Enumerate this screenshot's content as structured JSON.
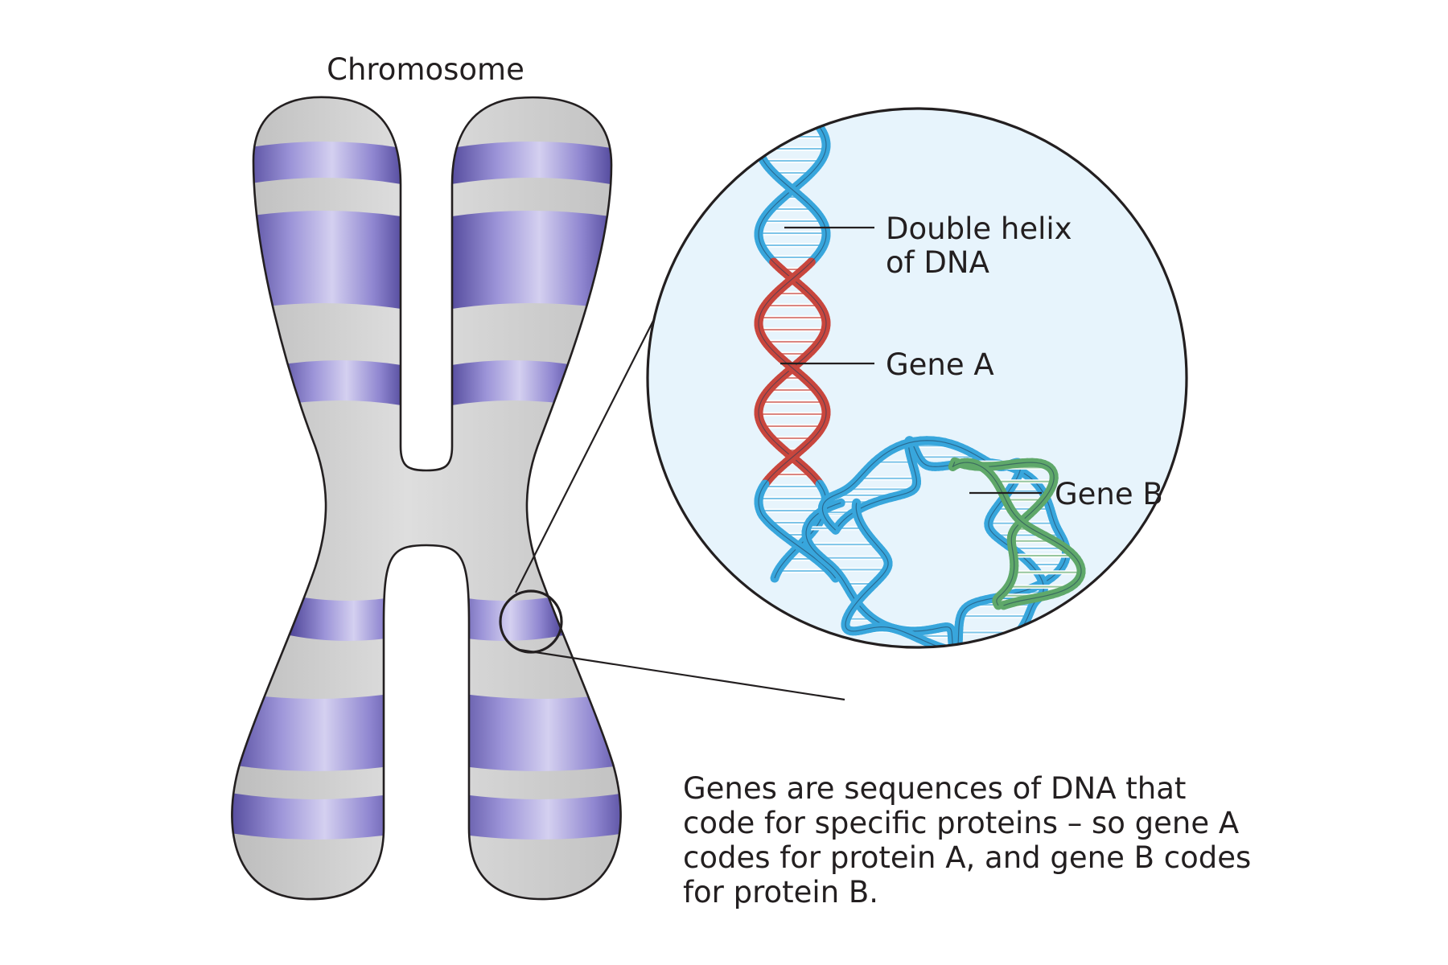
{
  "chromosome": {
    "title": "Chromosome"
  },
  "magnified_view": {
    "labels": {
      "double_helix": [
        "Double helix",
        "of DNA"
      ],
      "gene_a": "Gene A",
      "gene_b": "Gene B"
    }
  },
  "caption": {
    "lines": [
      "Genes are sequences of DNA that",
      "code for specific proteins – so gene A",
      "codes for protein A, and gene B codes",
      "for protein B."
    ]
  },
  "colors": {
    "chromosome_fill": "#d2d2d2",
    "chromosome_band_dark": "#4e4598",
    "chromosome_band_light": "#cfcbee",
    "magnifier_background": "#e7f4fc",
    "dna_blue": "#38a6dc",
    "dna_red": "#c9463d",
    "dna_green": "#5fa86a",
    "outline": "#231f20"
  }
}
